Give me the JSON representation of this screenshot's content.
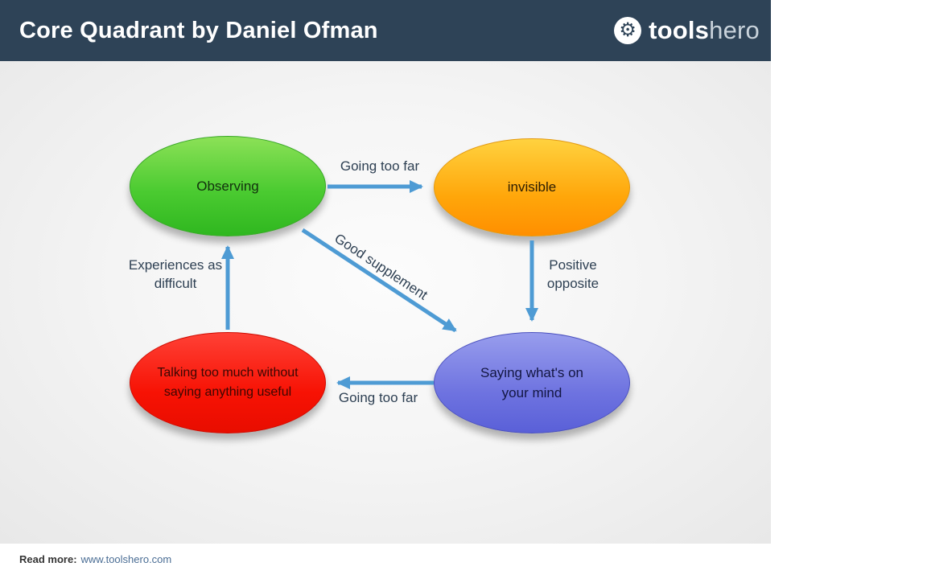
{
  "header": {
    "title": "Core Quadrant by Daniel Ofman",
    "logo": {
      "icon": "gear-icon",
      "brand_bold": "tools",
      "brand_light": "hero"
    }
  },
  "diagram": {
    "nodes": [
      {
        "id": "observing",
        "label": "Observing",
        "color": "green",
        "position": "top-left"
      },
      {
        "id": "invisible",
        "label": "invisible",
        "color": "orange",
        "position": "top-right"
      },
      {
        "id": "talking",
        "label": "Talking too much without saying anything useful",
        "color": "red",
        "position": "bottom-left"
      },
      {
        "id": "saying",
        "label": "Saying what's on your mind",
        "color": "blue",
        "position": "bottom-right"
      }
    ],
    "edges": [
      {
        "from": "observing",
        "to": "invisible",
        "label": "Going too far"
      },
      {
        "from": "invisible",
        "to": "saying",
        "label": "Positive opposite"
      },
      {
        "from": "saying",
        "to": "talking",
        "label": "Going too far"
      },
      {
        "from": "talking",
        "to": "observing",
        "label": "Experiences as difficult"
      },
      {
        "from": "observing",
        "to": "saying",
        "label": "Good supplement"
      }
    ]
  },
  "footer": {
    "read_more_label": "Read more:",
    "url": "www.toolshero.com"
  },
  "colors": {
    "header-bg": "#2e4357",
    "arrow": "#4e9bd4",
    "label-text": "#2e4053",
    "node-green-top": "#8ce157",
    "node-green-bottom": "#2fb71f",
    "node-orange-top": "#ffd23f",
    "node-orange-bottom": "#ff8f00",
    "node-red-top": "#ff4136",
    "node-red-bottom": "#e80d00",
    "node-blue-top": "#989ded",
    "node-blue-bottom": "#5a60d8",
    "footer-url": "#4a6d94"
  }
}
